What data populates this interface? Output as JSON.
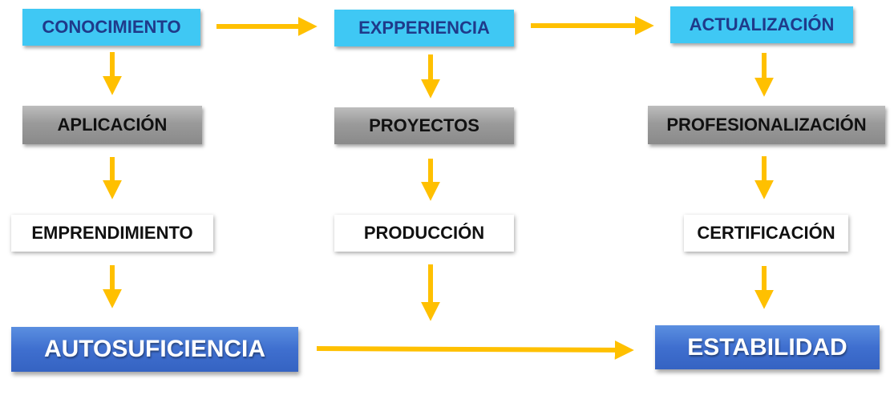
{
  "colors": {
    "arrow": "#ffc000",
    "cyan": "#3fc8f4",
    "blue": "#3f6fcf"
  },
  "column1": {
    "top": "CONOCIMIENTO",
    "middle": "APLICACIÓN",
    "lower": "EMPRENDIMIENTO",
    "result": "AUTOSUFICIENCIA"
  },
  "column2": {
    "top": "EXPPERIENCIA",
    "middle": "PROYECTOS",
    "lower": "PRODUCCIÓN"
  },
  "column3": {
    "top": "ACTUALIZACIÓN",
    "middle": "PROFESIONALIZACIÓN",
    "lower": "CERTIFICACIÓN",
    "result": "ESTABILIDAD"
  }
}
